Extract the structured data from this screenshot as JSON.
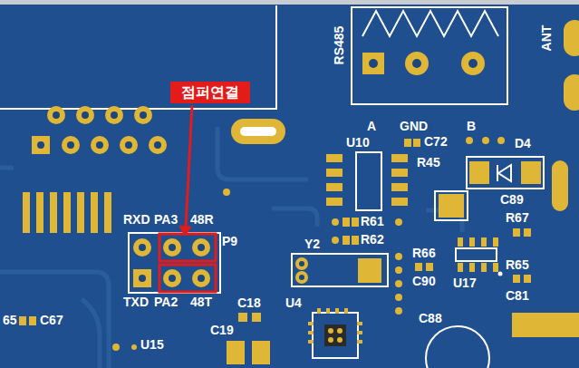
{
  "diagram": {
    "nodes": [
      {
        "text": [
          "점퍼연결"
        ]
      }
    ],
    "edges": [],
    "labels": [
      "RS485",
      "ANT",
      "A",
      "GND",
      "B",
      "U10",
      "C72",
      "D4",
      "R45",
      "C89",
      "R67",
      "R61",
      "R62",
      "R66",
      "R65",
      "Y2",
      "C90",
      "U17",
      "C81",
      "RXD",
      "PA3",
      "48R",
      "P9",
      "TXD",
      "PA2",
      "48T",
      "C18",
      "U4",
      "C19",
      "C88",
      "65",
      "C67",
      "U15"
    ]
  }
}
